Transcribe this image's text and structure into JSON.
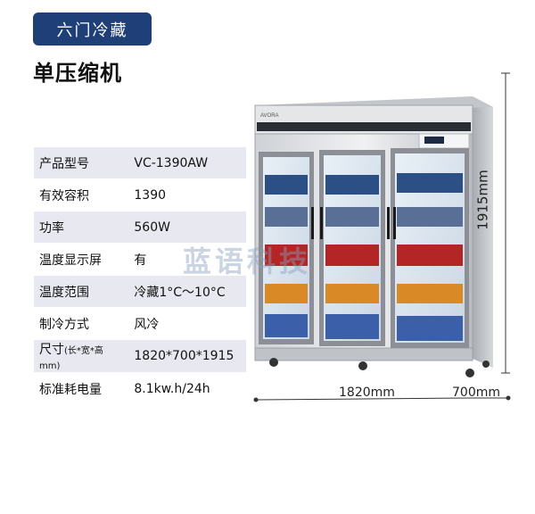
{
  "badge": "六门冷藏",
  "heading": "单压缩机",
  "specs": [
    {
      "label": "产品型号",
      "value": "VC-1390AW"
    },
    {
      "label": "有效容积",
      "value": "1390"
    },
    {
      "label": "功率",
      "value": "560W"
    },
    {
      "label": "温度显示屏",
      "value": "有"
    },
    {
      "label": "温度范围",
      "value": "冷藏1°C～10°C"
    },
    {
      "label": "制冷方式",
      "value": "风冷"
    },
    {
      "label": "尺寸",
      "label_note": "(长*宽*高mm)",
      "value": "1820*700*1915"
    },
    {
      "label": "标准耗电量",
      "value": "8.1kw.h/24h"
    }
  ],
  "dimensions": {
    "height": "1915mm",
    "width": "1820mm",
    "depth": "700mm"
  },
  "watermark": "蓝语科技",
  "cabinet_brand": "AVORA"
}
